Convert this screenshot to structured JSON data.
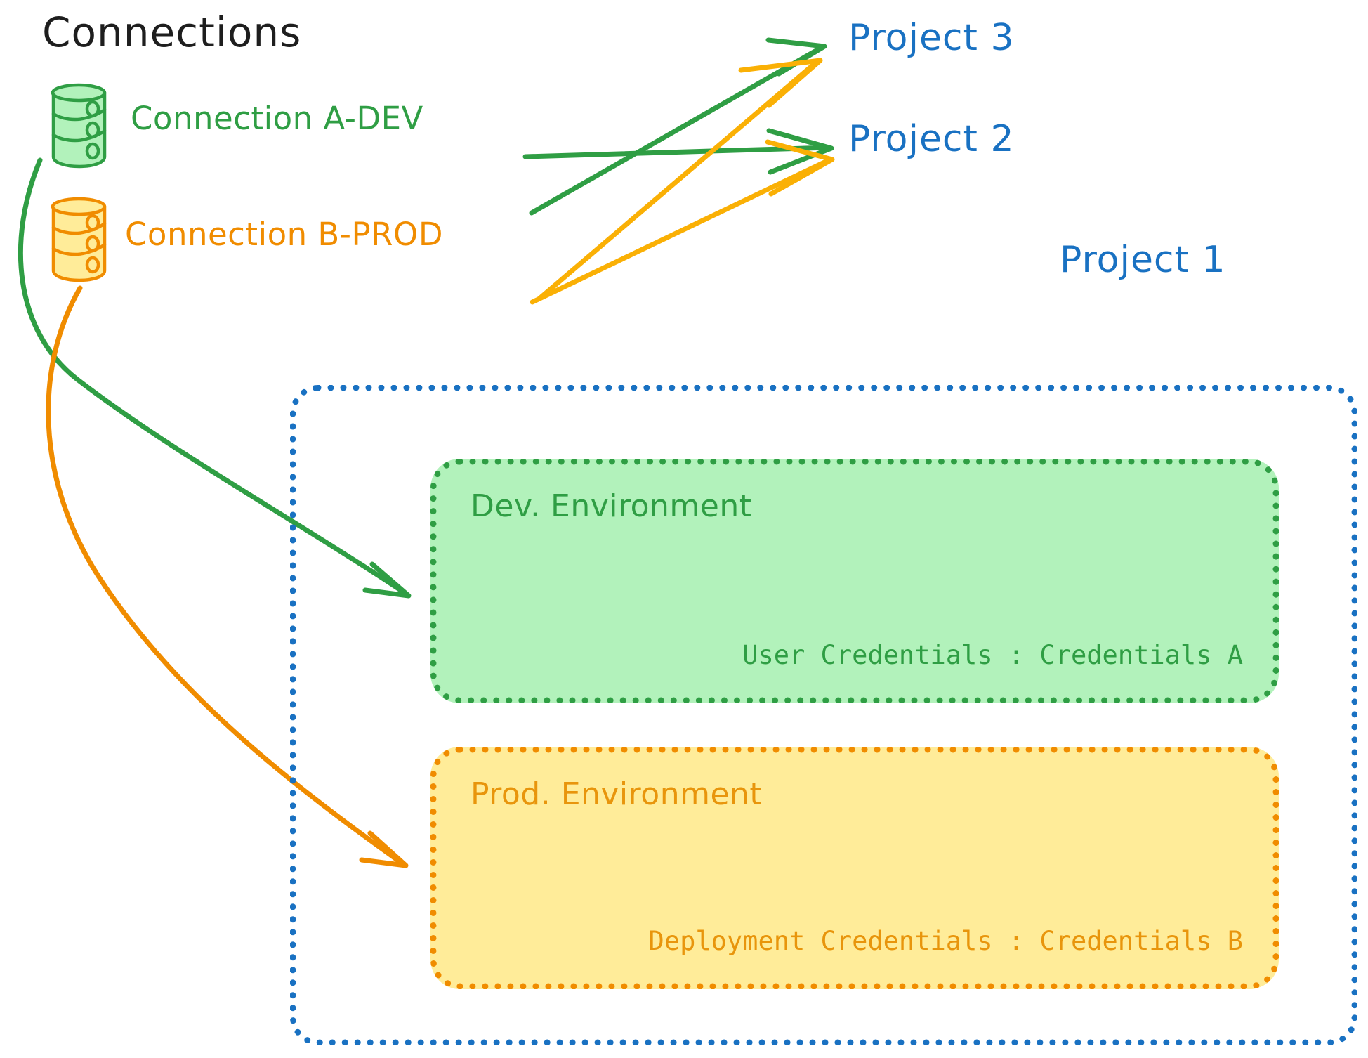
{
  "diagram": {
    "title": "Connections",
    "title_color": "#1e1e1e"
  },
  "connections": [
    {
      "id": "connection-a-dev",
      "label": "Connection A-DEV",
      "color": "#2f9e44",
      "icon": "database-icon",
      "targets": [
        "Project 3",
        "Project 2",
        "Dev. Environment"
      ]
    },
    {
      "id": "connection-b-prod",
      "label": "Connection B-PROD",
      "color": "#f08c00",
      "icon": "database-icon",
      "targets": [
        "Project 3",
        "Project 2",
        "Prod. Environment"
      ]
    }
  ],
  "projects": [
    {
      "id": "project-3",
      "label": "Project 3",
      "color": "#1971c2"
    },
    {
      "id": "project-2",
      "label": "Project 2",
      "color": "#1971c2"
    },
    {
      "id": "project-1",
      "label": "Project 1",
      "color": "#1971c2"
    }
  ],
  "project1_container": {
    "label": "Project 1",
    "border_color": "#1971c2",
    "environments": [
      {
        "id": "dev-environment",
        "title": "Dev. Environment",
        "credentials_label": "User Credentials",
        "credentials_value": "Credentials A",
        "credentials_line": "User Credentials : Credentials A",
        "fill": "#b2f2bb",
        "border_color": "#2f9e44",
        "text_color": "#2f9e44"
      },
      {
        "id": "prod-environment",
        "title": "Prod. Environment",
        "credentials_label": "Deployment Credentials",
        "credentials_value": "Credentials B",
        "credentials_line": "Deployment Credentials : Credentials B",
        "fill": "#ffec99",
        "border_color": "#f08c00",
        "text_color": "#e8950c"
      }
    ]
  },
  "palette": {
    "green_stroke": "#2f9e44",
    "green_fill": "#b2f2bb",
    "orange_stroke": "#f08c00",
    "orange_fill": "#ffec99",
    "blue": "#1971c2",
    "black": "#1e1e1e",
    "background": "#ffffff"
  }
}
